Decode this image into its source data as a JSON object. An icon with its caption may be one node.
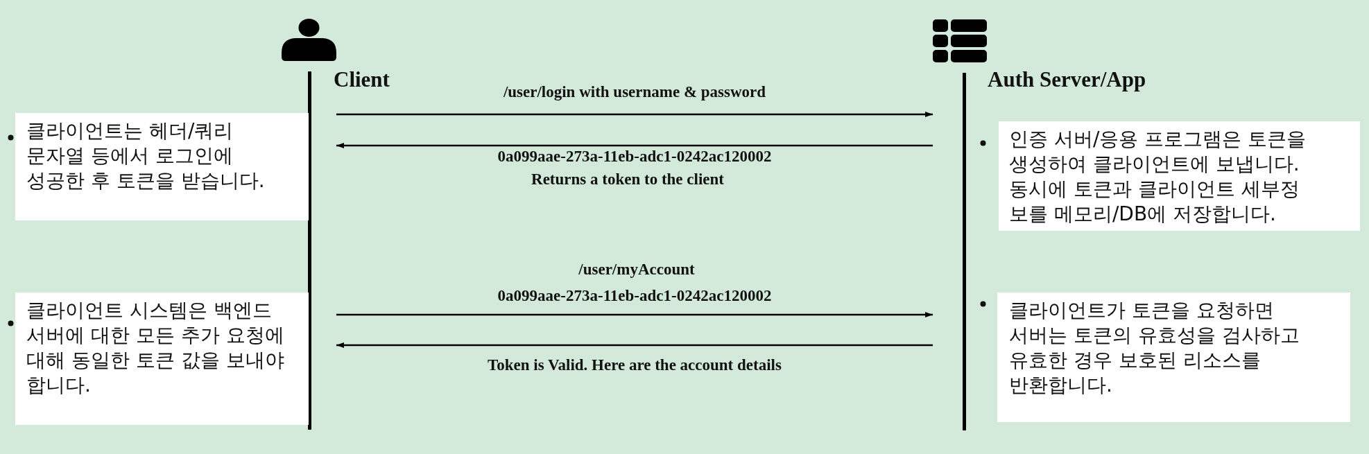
{
  "diagram": {
    "nodes": [
      {
        "text": [
          "Client"
        ]
      },
      {
        "text": [
          "Auth Server/App"
        ]
      },
      {
        "text": [
          "클라이언트는 헤더/쿼리 문자열 등에서 로그인에 성공한 후 토큰을 받습니다."
        ]
      },
      {
        "text": [
          "인증 서버/응용 프로그램은 토큰을 생성하여 클라이언트에 보냅니다. 동시에 토큰과 클라이언트 세부정보를 메모리/DB에 저장합니다."
        ]
      },
      {
        "text": [
          "클라이언트 시스템은 백엔드 서버에 대한 모든 추가 요청에 대해 동일한 토큰 값을 보내야 합니다."
        ]
      },
      {
        "text": [
          "클라이언트가 토큰을 요청하면 서버는 토큰의 유효성을 검사하고 유효한 경우 보호된 리소스를 반환합니다."
        ]
      }
    ],
    "edges": [
      {
        "from": 0,
        "to": 1,
        "arrow": "to",
        "label": "/user/login with username & password"
      },
      {
        "from": 1,
        "to": 0,
        "arrow": "to",
        "label": "0a099aae-273a-11eb-adc1-0242ac120002"
      },
      {
        "from": 0,
        "to": 1,
        "arrow": "to",
        "label": "0a099aae-273a-11eb-adc1-0242ac120002"
      },
      {
        "from": 1,
        "to": 0,
        "arrow": "to",
        "label": "Token is Valid. Here are the account details"
      }
    ],
    "labels": [
      "Returns a token to the client",
      "/user/myAccount"
    ]
  }
}
